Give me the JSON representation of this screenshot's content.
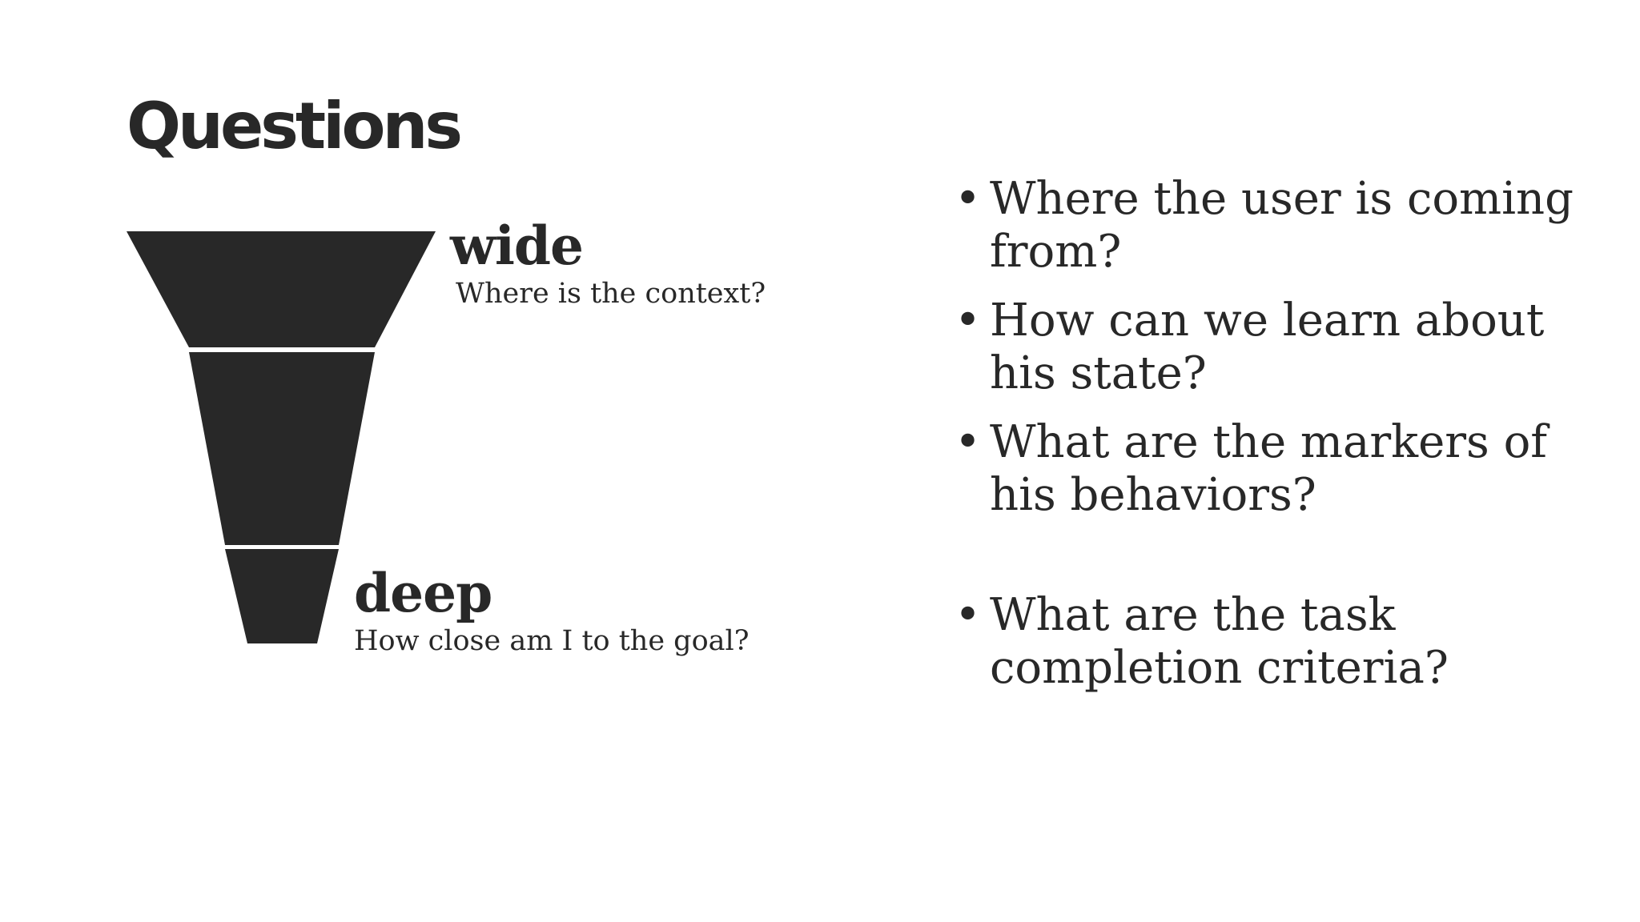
{
  "slide": {
    "title": "Questions",
    "funnel": {
      "top_label": "wide",
      "top_subtitle": "Where is the context?",
      "bottom_label": "deep",
      "bottom_subtitle": "How close am I to the goal?",
      "fill_color": "#282828"
    },
    "bullets": [
      "Where the user is coming from?",
      "How can we learn about his state?",
      "What are the markers of his behaviors?",
      "What are the task completion criteria?"
    ],
    "bullet_glyph": "•"
  }
}
